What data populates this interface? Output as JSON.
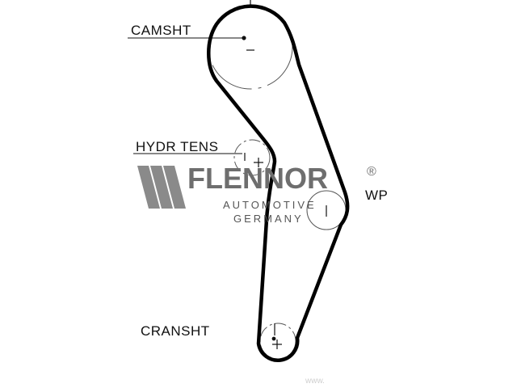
{
  "labels": {
    "camshaft": "CAMSHT",
    "hydraulic_tensioner": "HYDR TENS",
    "water_pump": "WP",
    "crankshaft": "CRANSHT"
  },
  "watermark": {
    "brand": "FLENNOR",
    "registered": "®",
    "line1": "AUTOMOTIVE",
    "line2": "GERMANY",
    "logo_icon": "flennor-stripes-logo",
    "brand_color": "#6e6e6e"
  },
  "footer": {
    "text": "www."
  },
  "colors": {
    "belt": "#000000",
    "pulley": "#555555"
  }
}
